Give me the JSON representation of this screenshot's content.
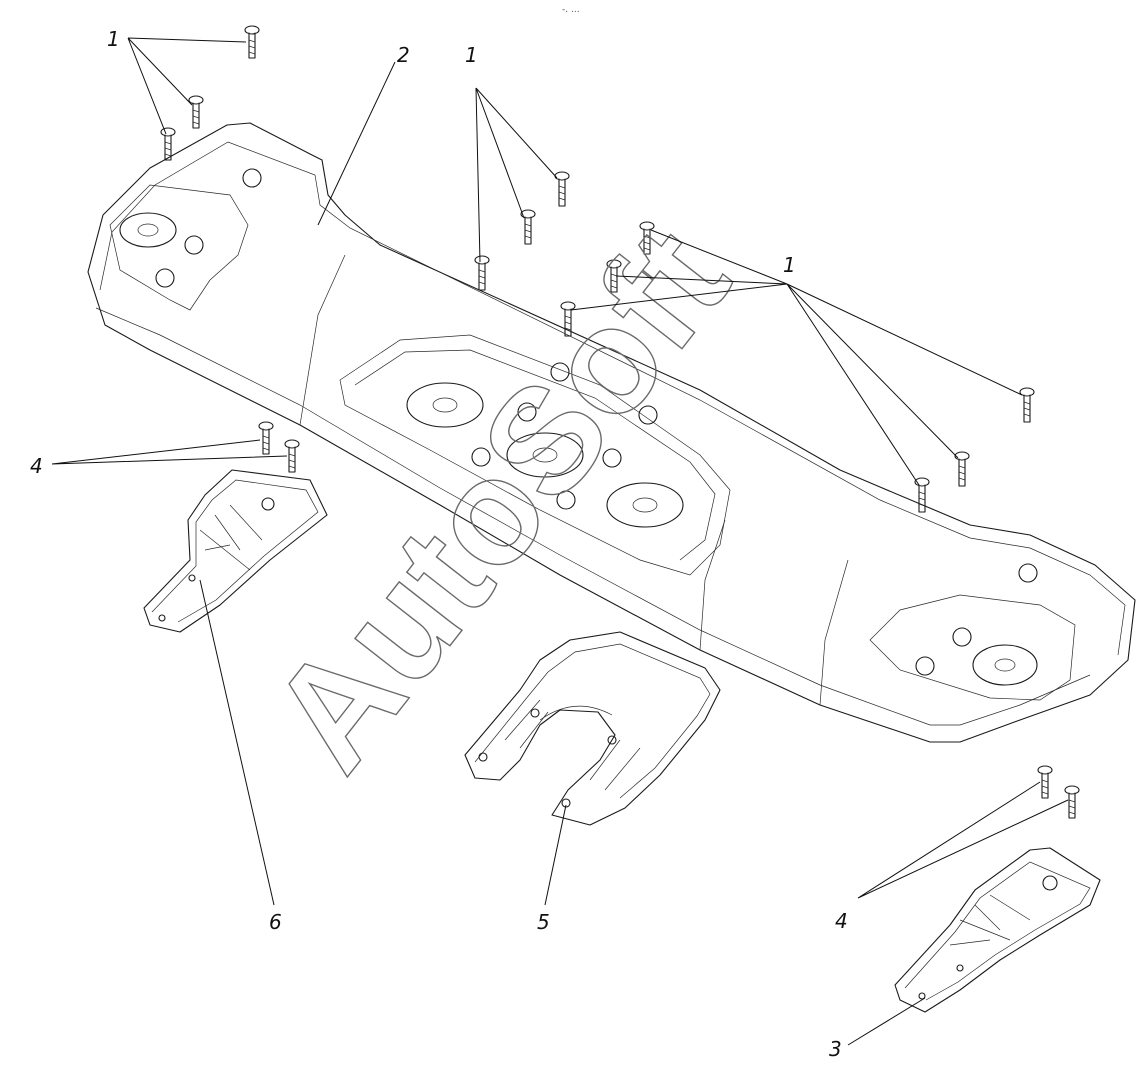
{
  "header_mark": "-. ...",
  "watermark": "AutoSoft",
  "callouts": {
    "c1a": "1",
    "c1b": "1",
    "c1c": "1",
    "c2": "2",
    "c4a": "4",
    "c4b": "4",
    "c5": "5",
    "c6": "6",
    "c3": "3"
  }
}
